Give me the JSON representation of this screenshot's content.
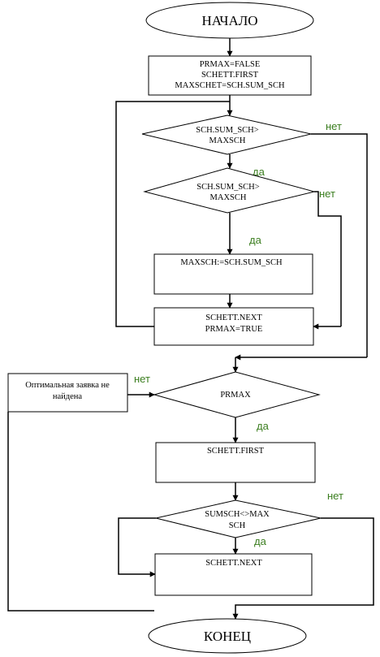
{
  "start": {
    "label": "НАЧАЛО"
  },
  "init_block": {
    "line1": "PRMAX=FALSE",
    "line2": "SCHETT.FIRST",
    "line3": "MAXSCHET=SCH.SUM_SCH"
  },
  "decision1": {
    "line1": "SCH.SUM_SCH>",
    "line2": "MAXSCH",
    "yes": "да",
    "no": "нет"
  },
  "decision2": {
    "line1": "SCH.SUM_SCH>",
    "line2": "MAXSCH",
    "yes": "да",
    "no": "нет"
  },
  "assign_block": {
    "line1": "MAXSCH:=SCH.SUM_SCH"
  },
  "next_block": {
    "line1": "SCHETT.NEXT",
    "line2": "PRMAX=TRUE"
  },
  "not_found_block": {
    "line1": "Оптимальная заявка не",
    "line2": "найдена"
  },
  "decision_prmax": {
    "line1": "PRMAX",
    "yes": "да",
    "no": "нет"
  },
  "first_block": {
    "line1": "SCHETT.FIRST"
  },
  "decision_sum": {
    "line1": "SUMSCH<>MAX",
    "line2": "SCH",
    "yes": "да",
    "no": "нет"
  },
  "next2_block": {
    "line1": "SCHETT.NEXT"
  },
  "end": {
    "label": "КОНЕЦ"
  }
}
